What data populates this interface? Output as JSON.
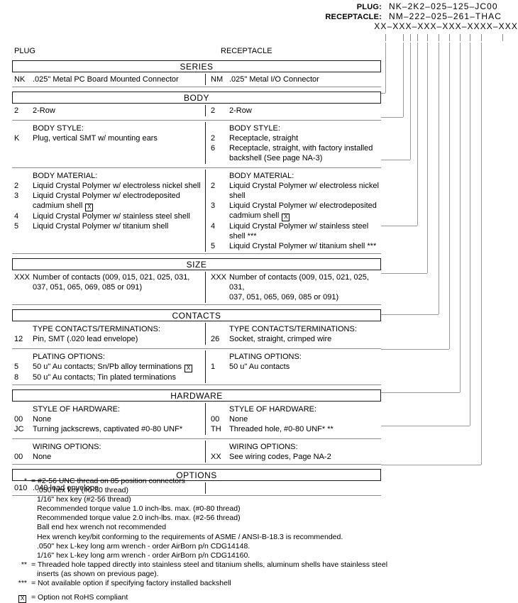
{
  "part_number": {
    "rows": [
      {
        "label": "PLUG:",
        "value": "NK–2K2–025–125–JC00"
      },
      {
        "label": "RECEPTACLE:",
        "value": "NM–222–025–261–THAC"
      },
      {
        "label": "",
        "value": "XX–XXX–XXX–XXX–XXXX–XXX"
      }
    ]
  },
  "column_headers": {
    "plug": "PLUG",
    "receptacle": "RECEPTACLE"
  },
  "sections": [
    {
      "banner": "SERIES",
      "groups": [
        {
          "left": {
            "header": "",
            "options": [
              {
                "code": "NK",
                "text": ".025\" Metal PC Board Mounted Connector"
              }
            ]
          },
          "right": {
            "header": "",
            "options": [
              {
                "code": "NM",
                "text": ".025\" Metal I/O Connector"
              }
            ]
          }
        }
      ]
    },
    {
      "banner": "BODY",
      "groups": [
        {
          "left": {
            "header": "",
            "options": [
              {
                "code": "2",
                "text": "2-Row"
              }
            ]
          },
          "right": {
            "header": "",
            "options": [
              {
                "code": "2",
                "text": "2-Row"
              }
            ]
          }
        },
        {
          "left": {
            "header": "BODY STYLE:",
            "options": [
              {
                "code": "K",
                "text": "Plug, vertical SMT w/ mounting ears"
              }
            ]
          },
          "right": {
            "header": "BODY STYLE:",
            "options": [
              {
                "code": "2",
                "text": "Receptacle, straight"
              },
              {
                "code": "6",
                "text": "Receptacle, straight, with factory installed",
                "cont": "backshell (See page NA-3)"
              }
            ]
          }
        },
        {
          "left": {
            "header": "BODY MATERIAL:",
            "options": [
              {
                "code": "2",
                "text": "Liquid Crystal Polymer w/ electroless nickel shell"
              },
              {
                "code": "3",
                "text": "Liquid Crystal Polymer w/ electrodeposited",
                "cont": "cadmium shell",
                "cont_rohs": true
              },
              {
                "code": "4",
                "text": "Liquid Crystal Polymer w/ stainless steel shell"
              },
              {
                "code": "5",
                "text": "Liquid Crystal Polymer w/ titanium shell"
              }
            ]
          },
          "right": {
            "header": "BODY MATERIAL:",
            "options": [
              {
                "code": "2",
                "text": "Liquid Crystal Polymer w/ electroless nickel shell"
              },
              {
                "code": "3",
                "text": "Liquid Crystal Polymer w/ electrodeposited",
                "cont": "cadmium shell",
                "cont_rohs": true
              },
              {
                "code": "4",
                "text": "Liquid Crystal Polymer w/ stainless steel shell ***"
              },
              {
                "code": "5",
                "text": "Liquid Crystal Polymer w/ titanium shell ***"
              }
            ]
          }
        }
      ]
    },
    {
      "banner": "SIZE",
      "groups": [
        {
          "left": {
            "header": "",
            "options": [
              {
                "code": "XXX",
                "text": "Number of contacts (009, 015, 021, 025, 031,",
                "cont": "037, 051, 065, 069, 085 or 091)"
              }
            ]
          },
          "right": {
            "header": "",
            "options": [
              {
                "code": "XXX",
                "text": "Number of contacts (009, 015, 021, 025, 031,",
                "cont": "037, 051, 065, 069,  085 or 091)"
              }
            ]
          }
        }
      ]
    },
    {
      "banner": "CONTACTS",
      "groups": [
        {
          "left": {
            "header": "TYPE CONTACTS/TERMINATIONS:",
            "options": [
              {
                "code": "12",
                "text": "Pin, SMT (.020 lead envelope)"
              }
            ]
          },
          "right": {
            "header": "TYPE CONTACTS/TERMINATIONS:",
            "options": [
              {
                "code": "26",
                "text": "Socket, straight, crimped wire"
              }
            ]
          }
        },
        {
          "left": {
            "header": "PLATING OPTIONS:",
            "options": [
              {
                "code": "5",
                "text": "50 u\" Au contacts; Sn/Pb alloy terminations",
                "rohs": true
              },
              {
                "code": "8",
                "text": "50 u\" Au contacts; Tin plated terminations"
              }
            ]
          },
          "right": {
            "header": "PLATING OPTIONS:",
            "options": [
              {
                "code": "1",
                "text": "50 u\" Au contacts"
              }
            ]
          }
        }
      ]
    },
    {
      "banner": "HARDWARE",
      "groups": [
        {
          "left": {
            "header": "STYLE OF HARDWARE:",
            "options": [
              {
                "code": "00",
                "text": "None"
              },
              {
                "code": "JC",
                "text": "Turning jackscrews, captivated #0-80 UNF*"
              }
            ]
          },
          "right": {
            "header": "STYLE OF HARDWARE:",
            "options": [
              {
                "code": "00",
                "text": "None"
              },
              {
                "code": "TH",
                "text": "Threaded hole, #0-80 UNF*  **"
              }
            ]
          }
        },
        {
          "left": {
            "header": "WIRING OPTIONS:",
            "options": [
              {
                "code": "00",
                "text": "None"
              }
            ]
          },
          "right": {
            "header": "WIRING OPTIONS:",
            "options": [
              {
                "code": "XX",
                "text": "See wiring codes, Page NA-2"
              }
            ]
          }
        }
      ]
    },
    {
      "banner": "OPTIONS",
      "groups": [
        {
          "left": {
            "header": "",
            "options": [
              {
                "code": "010",
                "text": ".040 lead envelope"
              }
            ]
          },
          "right": {
            "header": "",
            "options": []
          }
        }
      ]
    }
  ],
  "footnotes": {
    "star": {
      "mark": "*",
      "lead": "= #2-56 UNC thread on 85 position connectors",
      "lines": [
        ".050 hex key (#0-80 thread)",
        "1/16\" hex key (#2-56 thread)",
        "Recommended torque value 1.0 inch-lbs. max. (#0-80 thread)",
        "Recommended torque value 2.0 inch-lbs. max. (#2-56 thread)",
        "Ball end hex wrench not recommended",
        "Hex wrench key/bit conforming to the requirements of ASME / ANSI-B-18.3 is recommended.",
        ".050\" hex L-key long arm wrench - order AirBorn p/n CDG14148.",
        "1/16\" hex L-key long arm wrench - order AirBorn p/n CDG14160."
      ]
    },
    "dstar": {
      "mark": "**",
      "lead": "= Threaded hole tapped directly into stainless steel and titanium shells, aluminum shells have stainless steel",
      "lines": [
        "inserts (as shown on previous page)."
      ]
    },
    "tstar": {
      "mark": "***",
      "lead": "= Not available option if specifying factory installed backshell",
      "lines": []
    },
    "rohs": {
      "mark": "⊠",
      "lead": "= Option not RoHS compliant"
    }
  }
}
